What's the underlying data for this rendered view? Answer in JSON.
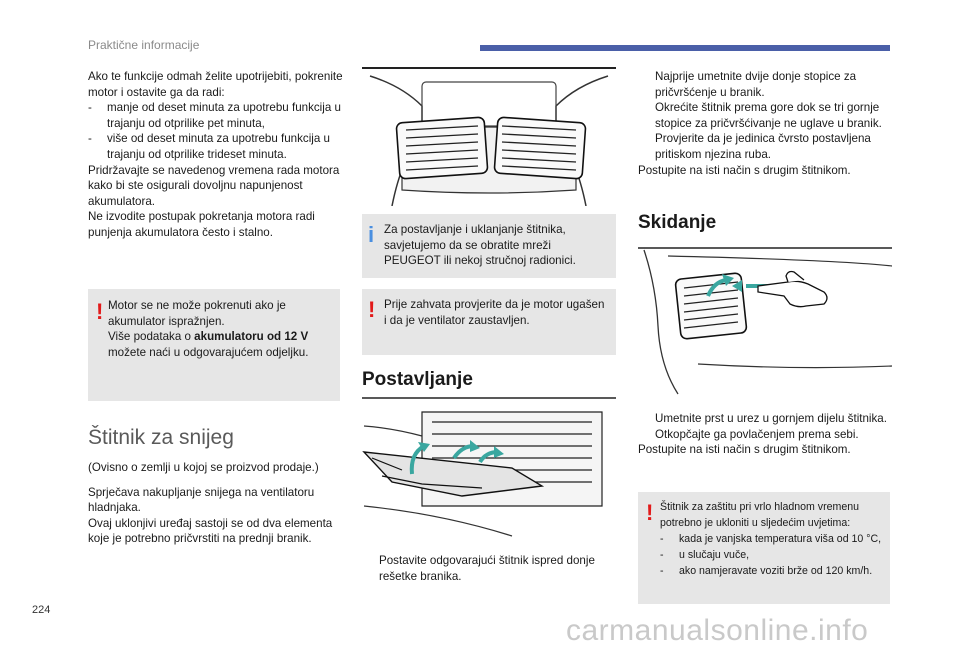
{
  "header": {
    "title": "Praktične informacije"
  },
  "page_number": "224",
  "watermark": "carmanualsonline.info",
  "col1": {
    "intro": "Ako te funkcije odmah želite upotrijebiti, pokrenite motor i ostavite ga da radi:",
    "dash1": "manje od deset minuta za upotrebu funkcija u trajanju od otprilike pet minuta,",
    "dash2": "više od deset minuta za upotrebu funkcija u trajanju od otprilike trideset minuta.",
    "p2": "Pridržavajte se navedenog vremena rada motora kako bi ste osigurali dovoljnu napunjenost akumulatora.",
    "p3": "Ne izvodite postupak pokretanja motora radi punjenja akumulatora često i stalno.",
    "warn_line1": "Motor se ne može pokrenuti ako je akumulator ispražnjen.",
    "warn_line2_pre": "Više podataka o ",
    "warn_line2_bold": "akumulatoru od 12 V",
    "warn_line2_post": " možete naći u odgovarajućem odjeljku.",
    "section_title": "Štitnik za snijeg",
    "s1": "(Ovisno o zemlji u kojoj se proizvod prodaje.)",
    "s2": "Sprječava nakupljanje snijega na ventilatoru hladnjaka.",
    "s3": "Ovaj uklonjivi uređaj sastoji se od dva elementa koje je potrebno pričvrstiti na prednji branik."
  },
  "col2": {
    "info_text": "Za postavljanje i uklanjanje štitnika, savjetujemo da se obratite mreži PEUGEOT ili nekoj stručnoj radionici.",
    "warn_text": "Prije zahvata provjerite da je motor ugašen i da je ventilator zaustavljen.",
    "section_title": "Postavljanje",
    "bullet1": "Postavite odgovarajući štitnik ispred donje rešetke branika."
  },
  "col3": {
    "b1": "Najprije umetnite dvije donje stopice za pričvršćenje u branik.",
    "b2": "Okrećite štitnik prema gore dok se tri gornje stopice za pričvršćivanje ne uglave u branik.",
    "b3": "Provjerite da je jedinica čvrsto postavljena pritiskom njezina ruba.",
    "p1": "Postupite na isti način s drugim štitnikom.",
    "section_title": "Skidanje",
    "b4": "Umetnite prst u urez u gornjem dijelu štitnika.",
    "b5": "Otkopčajte ga povlačenjem prema sebi.",
    "p2": "Postupite na isti način s drugim štitnikom.",
    "warn_intro": "Štitnik za zaštitu pri vrlo hladnom vremenu potrebno je ukloniti u sljedećim uvjetima:",
    "warn_d1": "kada je vanjska temperatura viša od 10 °C,",
    "warn_d2": "u slučaju vuče,",
    "warn_d3": "ako namjeravate voziti brže od 120 km/h."
  },
  "glyphs": {
    "bullet": "",
    "dash": "-",
    "warning": "!",
    "info": "i"
  },
  "colors": {
    "accent_bar": "#4a5fa8",
    "warning": "#e21a1a",
    "info": "#4a8fe0",
    "box_bg": "#e6e6e6",
    "arrow": "#3aa7a0"
  }
}
